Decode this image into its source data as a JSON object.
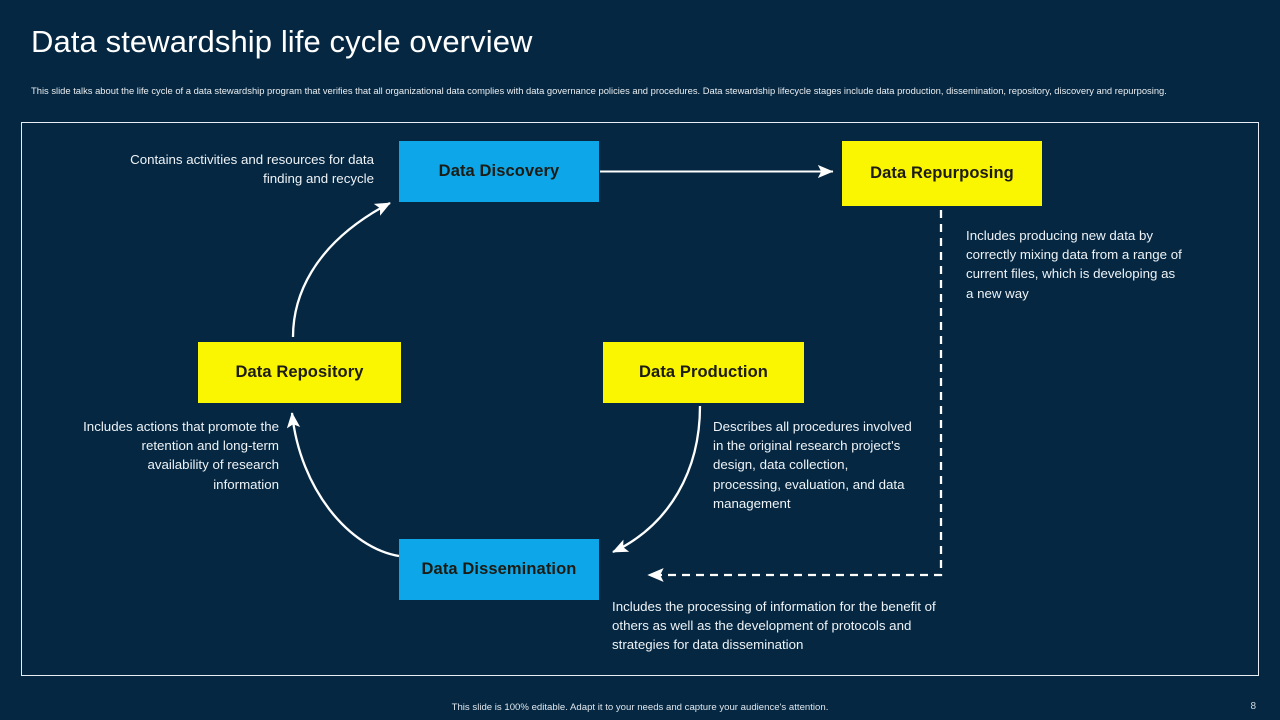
{
  "header": {
    "title": "Data stewardship life cycle overview",
    "subtitle": "This slide talks about the life cycle of a data stewardship program that verifies that all organizational data complies  with data governance policies and procedures. Data stewardship lifecycle stages include data production, dissemination, repository, discovery and repurposing."
  },
  "diagram": {
    "stages": [
      {
        "id": "discovery",
        "label": "Data Discovery",
        "color": "#0DA6E8",
        "text_color": "#1c1c14"
      },
      {
        "id": "repurposing",
        "label": "Data Repurposing",
        "color": "#FAF500",
        "text_color": "#1c1c14"
      },
      {
        "id": "repository",
        "label": "Data Repository",
        "color": "#FAF500",
        "text_color": "#1c1c14"
      },
      {
        "id": "production",
        "label": "Data Production",
        "color": "#FAF500",
        "text_color": "#1c1c14"
      },
      {
        "id": "dissemination",
        "label": "Data Dissemination",
        "color": "#0DA6E8",
        "text_color": "#1c1c14"
      }
    ],
    "notes": {
      "discovery": "Contains activities and resources for data finding and recycle",
      "repurposing": "Includes  producing new data by correctly  mixing data from a range of current  files, which is developing as a new way",
      "repository": "Includes  actions that promote the retention and long-term  availability of research information",
      "production": "Describes all procedures involved  in the original research project's  design, data collection,  processing, evaluation,  and data management",
      "dissemination": "Includes  the processing of information for the benefit of others as well as the development  of protocols and strategies for data dissemination"
    },
    "connector_color": "#ffffff"
  },
  "footer": {
    "note": "This slide is 100% editable.  Adapt it to your needs and capture your audience's attention.",
    "page_number": "8"
  },
  "colors": {
    "background": "#052741",
    "accent_blue": "#0DA6E8",
    "accent_yellow": "#FAF500",
    "frame": "#e8eef3"
  }
}
